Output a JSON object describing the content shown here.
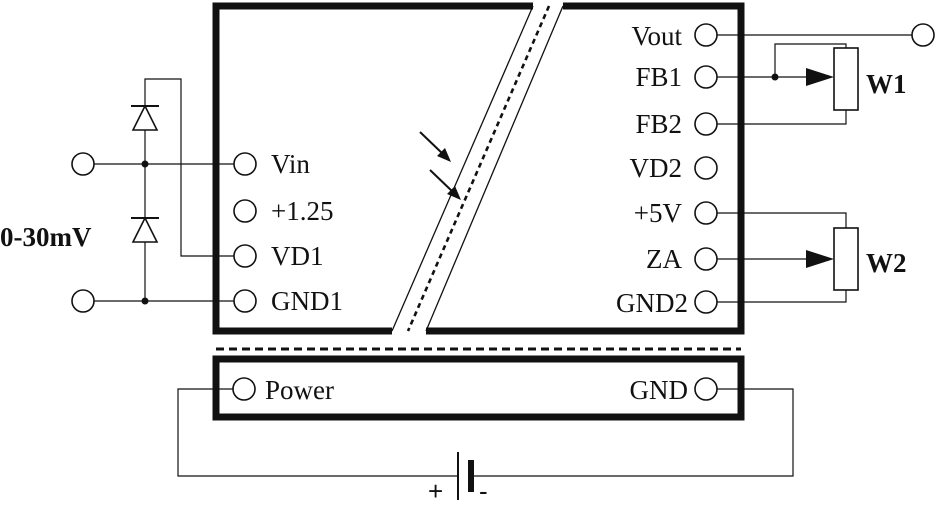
{
  "left_pins": [
    "Vin",
    "+1.25",
    "VD1",
    "GND1"
  ],
  "right_pins": [
    "Vout",
    "FB1",
    "FB2",
    "VD2",
    "+5V",
    "ZA",
    "GND2"
  ],
  "power_pins": {
    "left": "Power",
    "right": "GND"
  },
  "input_label": "0-30mV",
  "pot_labels": {
    "w1": "W1",
    "w2": "W2"
  },
  "battery_signs": {
    "plus": "+",
    "minus": "-"
  }
}
